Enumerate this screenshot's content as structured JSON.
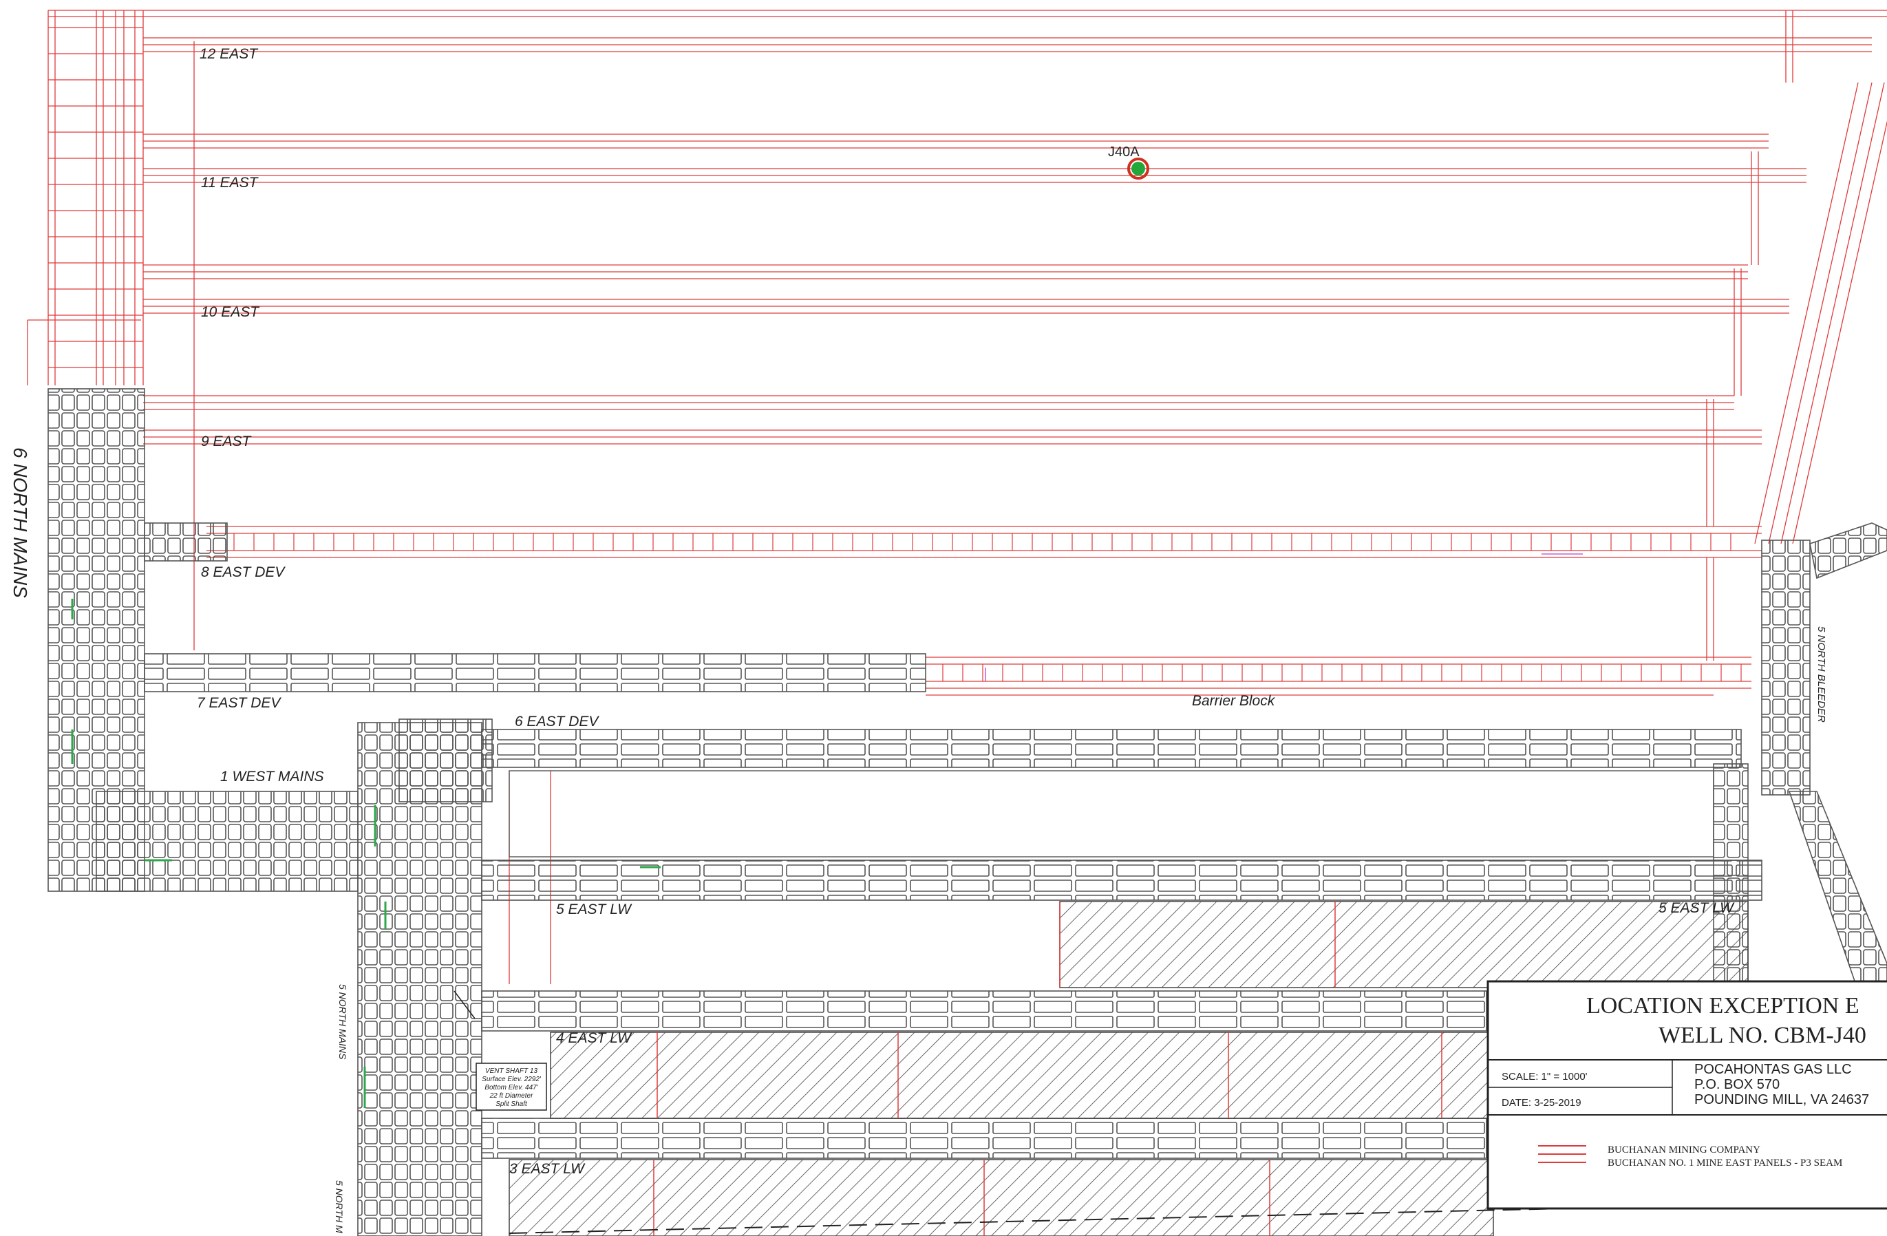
{
  "panels": {
    "e12": "12 EAST",
    "e11": "11 EAST",
    "e10": "10 EAST",
    "e9": "9 EAST",
    "e8dev": "8 EAST DEV",
    "e7dev": "7 EAST DEV",
    "e6dev": "6 EAST DEV",
    "w1mains": "1 WEST MAINS",
    "e5lw": "5 EAST LW",
    "e5lw_right": "5 EAST LW",
    "e4lw": "4 EAST LW",
    "e3lw": "3 EAST LW"
  },
  "side_labels": {
    "north_mains_6": "6 NORTH MAINS",
    "north_bleeder_5": "5 NORTH BLEEDER",
    "north_mains_5": "5 NORTH MAINS",
    "north_mains_5_bottom": "5 NORTH M"
  },
  "well": {
    "label": "J40A",
    "fill_color": "#22a83a",
    "ring_color": "#d03020"
  },
  "barrier_block": "Barrier Block",
  "vent_shaft": {
    "line1": "VENT SHAFT 13",
    "line2": "Surface Elev. 2292'",
    "line3": "Bottom Elev. 447'",
    "line4": "22 ft Diameter",
    "line5": "Split Shaft"
  },
  "title_block": {
    "title_line1": "LOCATION EXCEPTION E",
    "title_line2": "WELL NO. CBM-J40",
    "scale": "SCALE:  1\" = 1000'",
    "date": "DATE:  3-25-2019",
    "company": "POCAHONTAS GAS LLC",
    "address1": "P.O. BOX 570",
    "address2": "POUNDING MILL, VA 24637",
    "legend_line1": "BUCHANAN MINING COMPANY",
    "legend_line2": "BUCHANAN NO. 1 MINE EAST PANELS - P3 SEAM"
  },
  "colors": {
    "planned": "#e03a3a",
    "mined": "#555555",
    "green": "#2ea84a",
    "magenta": "#c040c0"
  }
}
